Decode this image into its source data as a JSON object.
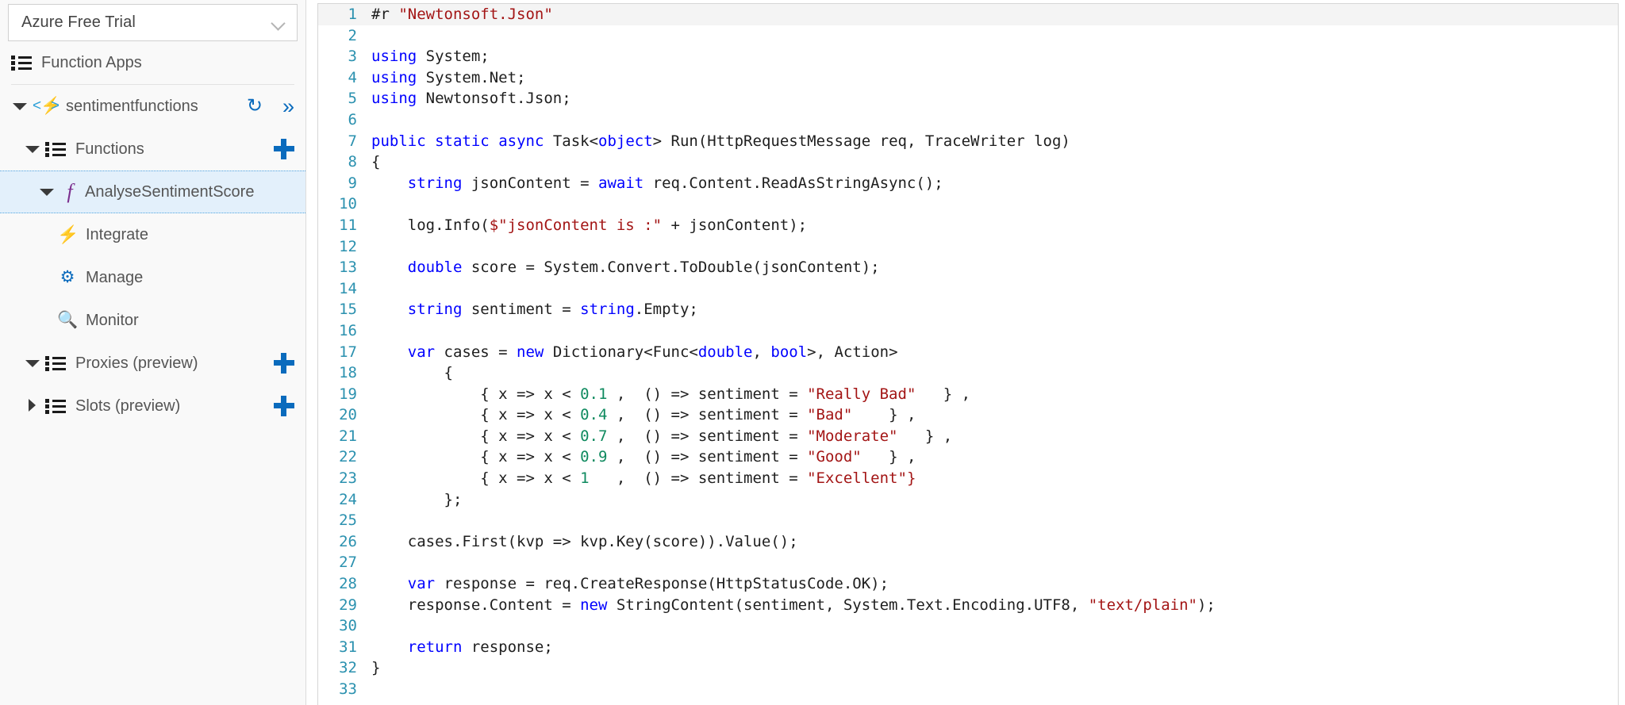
{
  "sidebar": {
    "subscription": {
      "value": "Azure Free Trial",
      "chevron_icon": "chevron-down-icon"
    },
    "function_apps": {
      "label": "Function Apps",
      "icon": "list-icon"
    },
    "app": {
      "label": "sentimentfunctions",
      "icon": "function-app-bolt-icon",
      "expanded": true,
      "refresh_icon": "refresh-icon",
      "refresh_glyph": "↻",
      "collapse_icon": "double-chevron-right-icon",
      "collapse_glyph": "»"
    },
    "functions_group": {
      "label": "Functions",
      "icon": "list-icon",
      "expanded": true,
      "add_label": "+"
    },
    "selected_function": {
      "label": "AnalyseSentimentScore",
      "icon": "function-f-icon",
      "icon_glyph": "f",
      "expanded": true,
      "selected": true
    },
    "function_children": [
      {
        "label": "Integrate",
        "icon": "bolt-icon",
        "glyph": "⚡"
      },
      {
        "label": "Manage",
        "icon": "gear-icon",
        "glyph": "⚙"
      },
      {
        "label": "Monitor",
        "icon": "search-icon",
        "glyph": "🔍"
      }
    ],
    "proxies_group": {
      "label": "Proxies (preview)",
      "icon": "list-icon",
      "expanded": true,
      "add_label": "+"
    },
    "slots_group": {
      "label": "Slots (preview)",
      "icon": "list-icon",
      "expanded": false,
      "add_label": "+"
    },
    "colors": {
      "accent_blue": "#0a6bbd",
      "selection_bg": "#e3f0fb",
      "panel_bg": "#f9f9f9"
    }
  },
  "editor": {
    "language": "csharp",
    "first_line": 1,
    "last_line": 33,
    "colors": {
      "keyword": "#0000ff",
      "type": "#2b91af",
      "string": "#a31515",
      "number": "#0f8a5f",
      "linenumber": "#2b91af",
      "text": "#1e1e1e"
    },
    "lines": [
      {
        "n": "1",
        "tokens": [
          {
            "t": "#r ",
            "c": "pre"
          },
          {
            "t": "\"Newtonsoft.Json\"",
            "c": "str"
          }
        ]
      },
      {
        "n": "2",
        "tokens": []
      },
      {
        "n": "3",
        "tokens": [
          {
            "t": "using",
            "c": "kw"
          },
          {
            "t": " System;",
            "c": "pre"
          }
        ]
      },
      {
        "n": "4",
        "tokens": [
          {
            "t": "using",
            "c": "kw"
          },
          {
            "t": " System.Net;",
            "c": "pre"
          }
        ]
      },
      {
        "n": "5",
        "tokens": [
          {
            "t": "using",
            "c": "kw"
          },
          {
            "t": " Newtonsoft.Json;",
            "c": "pre"
          }
        ]
      },
      {
        "n": "6",
        "tokens": []
      },
      {
        "n": "7",
        "tokens": [
          {
            "t": "public",
            "c": "kw"
          },
          {
            "t": " ",
            "c": "pre"
          },
          {
            "t": "static",
            "c": "kw"
          },
          {
            "t": " ",
            "c": "pre"
          },
          {
            "t": "async",
            "c": "kw"
          },
          {
            "t": " Task<",
            "c": "pre"
          },
          {
            "t": "object",
            "c": "kw"
          },
          {
            "t": "> Run(HttpRequestMessage req, TraceWriter log)",
            "c": "pre"
          }
        ]
      },
      {
        "n": "8",
        "tokens": [
          {
            "t": "{",
            "c": "pre"
          }
        ]
      },
      {
        "n": "9",
        "tokens": [
          {
            "t": "    ",
            "c": "pre"
          },
          {
            "t": "string",
            "c": "kw"
          },
          {
            "t": " jsonContent = ",
            "c": "pre"
          },
          {
            "t": "await",
            "c": "kw"
          },
          {
            "t": " req.Content.ReadAsStringAsync();",
            "c": "pre"
          }
        ]
      },
      {
        "n": "10",
        "tokens": []
      },
      {
        "n": "11",
        "tokens": [
          {
            "t": "    log.Info(",
            "c": "pre"
          },
          {
            "t": "$\"jsonContent is :\"",
            "c": "str"
          },
          {
            "t": " + jsonContent);",
            "c": "pre"
          }
        ]
      },
      {
        "n": "12",
        "tokens": []
      },
      {
        "n": "13",
        "tokens": [
          {
            "t": "    ",
            "c": "pre"
          },
          {
            "t": "double",
            "c": "kw"
          },
          {
            "t": " score = System.Convert.ToDouble(jsonContent);",
            "c": "pre"
          }
        ]
      },
      {
        "n": "14",
        "tokens": []
      },
      {
        "n": "15",
        "tokens": [
          {
            "t": "    ",
            "c": "pre"
          },
          {
            "t": "string",
            "c": "kw"
          },
          {
            "t": " sentiment = ",
            "c": "pre"
          },
          {
            "t": "string",
            "c": "kw"
          },
          {
            "t": ".Empty;",
            "c": "pre"
          }
        ]
      },
      {
        "n": "16",
        "tokens": []
      },
      {
        "n": "17",
        "tokens": [
          {
            "t": "    ",
            "c": "pre"
          },
          {
            "t": "var",
            "c": "kw"
          },
          {
            "t": " cases = ",
            "c": "pre"
          },
          {
            "t": "new",
            "c": "kw"
          },
          {
            "t": " Dictionary<Func<",
            "c": "pre"
          },
          {
            "t": "double",
            "c": "kw"
          },
          {
            "t": ", ",
            "c": "pre"
          },
          {
            "t": "bool",
            "c": "kw"
          },
          {
            "t": ">, Action>",
            "c": "pre"
          }
        ]
      },
      {
        "n": "18",
        "tokens": [
          {
            "t": "        {",
            "c": "pre"
          }
        ]
      },
      {
        "n": "19",
        "tokens": [
          {
            "t": "            { x => x < ",
            "c": "pre"
          },
          {
            "t": "0.1",
            "c": "num"
          },
          {
            "t": " ,  () => sentiment = ",
            "c": "pre"
          },
          {
            "t": "\"Really Bad\"",
            "c": "str"
          },
          {
            "t": "   } ,",
            "c": "pre"
          }
        ]
      },
      {
        "n": "20",
        "tokens": [
          {
            "t": "            { x => x < ",
            "c": "pre"
          },
          {
            "t": "0.4",
            "c": "num"
          },
          {
            "t": " ,  () => sentiment = ",
            "c": "pre"
          },
          {
            "t": "\"Bad\"",
            "c": "str"
          },
          {
            "t": "    } ,",
            "c": "pre"
          }
        ]
      },
      {
        "n": "21",
        "tokens": [
          {
            "t": "            { x => x < ",
            "c": "pre"
          },
          {
            "t": "0.7",
            "c": "num"
          },
          {
            "t": " ,  () => sentiment = ",
            "c": "pre"
          },
          {
            "t": "\"Moderate\"",
            "c": "str"
          },
          {
            "t": "   } ,",
            "c": "pre"
          }
        ]
      },
      {
        "n": "22",
        "tokens": [
          {
            "t": "            { x => x < ",
            "c": "pre"
          },
          {
            "t": "0.9",
            "c": "num"
          },
          {
            "t": " ,  () => sentiment = ",
            "c": "pre"
          },
          {
            "t": "\"Good\"",
            "c": "str"
          },
          {
            "t": "   } ,",
            "c": "pre"
          }
        ]
      },
      {
        "n": "23",
        "tokens": [
          {
            "t": "            { x => x < ",
            "c": "pre"
          },
          {
            "t": "1",
            "c": "num"
          },
          {
            "t": "   ,  () => sentiment = ",
            "c": "pre"
          },
          {
            "t": "\"Excellent\"}",
            "c": "str"
          }
        ]
      },
      {
        "n": "24",
        "tokens": [
          {
            "t": "        };",
            "c": "pre"
          }
        ]
      },
      {
        "n": "25",
        "tokens": []
      },
      {
        "n": "26",
        "tokens": [
          {
            "t": "    cases.First(kvp => kvp.Key(score)).Value();",
            "c": "pre"
          }
        ]
      },
      {
        "n": "27",
        "tokens": []
      },
      {
        "n": "28",
        "tokens": [
          {
            "t": "    ",
            "c": "pre"
          },
          {
            "t": "var",
            "c": "kw"
          },
          {
            "t": " response = req.CreateResponse(HttpStatusCode.OK);",
            "c": "pre"
          }
        ]
      },
      {
        "n": "29",
        "tokens": [
          {
            "t": "    response.Content = ",
            "c": "pre"
          },
          {
            "t": "new",
            "c": "kw"
          },
          {
            "t": " StringContent(sentiment, System.Text.Encoding.UTF8, ",
            "c": "pre"
          },
          {
            "t": "\"text/plain\"",
            "c": "str"
          },
          {
            "t": ");",
            "c": "pre"
          }
        ]
      },
      {
        "n": "30",
        "tokens": []
      },
      {
        "n": "31",
        "tokens": [
          {
            "t": "    ",
            "c": "pre"
          },
          {
            "t": "return",
            "c": "kw"
          },
          {
            "t": " response;",
            "c": "pre"
          }
        ]
      },
      {
        "n": "32",
        "tokens": [
          {
            "t": "}",
            "c": "pre"
          }
        ]
      },
      {
        "n": "33",
        "tokens": []
      }
    ]
  }
}
